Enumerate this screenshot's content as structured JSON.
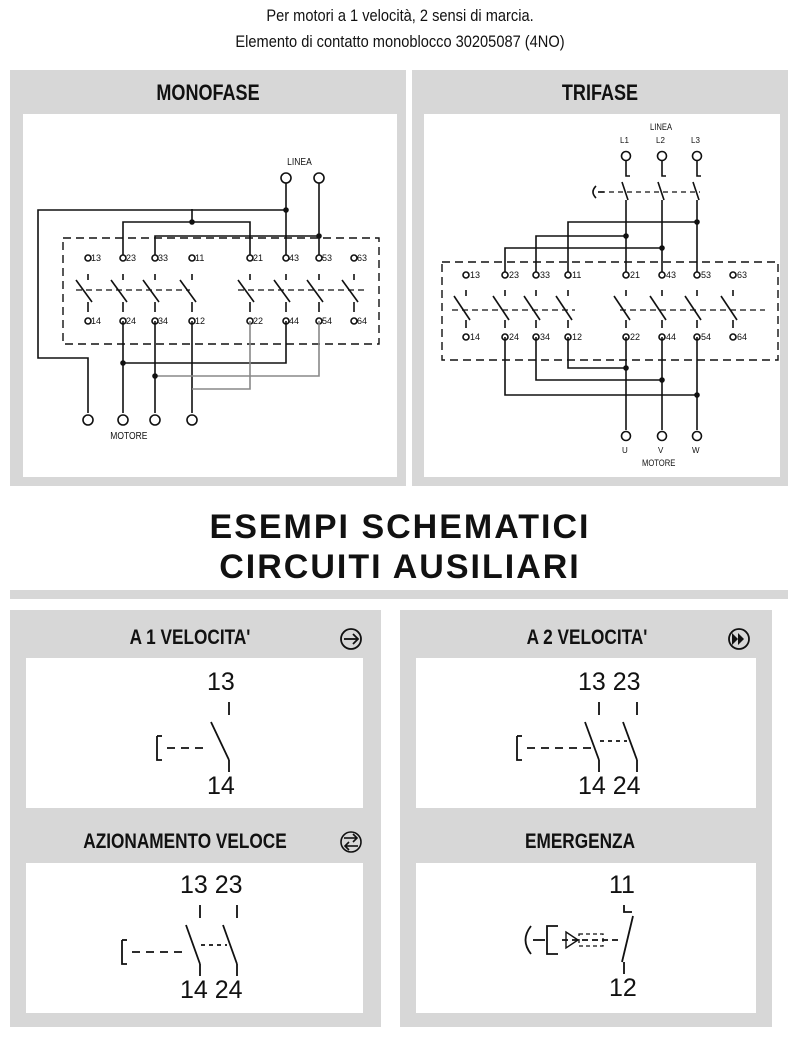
{
  "header": {
    "line1": "Per motori a 1 velocità, 2 sensi di marcia.",
    "line2": "Elemento di contatto monoblocco 30205087 (4NO)"
  },
  "monofase": {
    "title": "MONOFASE",
    "linea": "LINEA",
    "motore": "MOTORE",
    "top_terminals": [
      "13",
      "23",
      "33",
      "11",
      "21",
      "43",
      "53",
      "63"
    ],
    "bottom_terminals": [
      "14",
      "24",
      "34",
      "12",
      "22",
      "44",
      "54",
      "64"
    ]
  },
  "trifase": {
    "title": "TRIFASE",
    "linea": "LINEA",
    "lines": [
      "L1",
      "L2",
      "L3"
    ],
    "motore": "MOTORE",
    "motor_terminals": [
      "U",
      "V",
      "W"
    ],
    "top_terminals": [
      "13",
      "23",
      "33",
      "11",
      "21",
      "43",
      "53",
      "63"
    ],
    "bottom_terminals": [
      "14",
      "24",
      "34",
      "12",
      "22",
      "44",
      "54",
      "64"
    ]
  },
  "section": {
    "line1": "ESEMPI SCHEMATICI",
    "line2": "CIRCUITI AUSILIARI"
  },
  "panels": {
    "v1": {
      "title": "A 1 VELOCITA'",
      "top": "13",
      "bottom": "14",
      "icon": "arrow-right-circle-icon"
    },
    "v2": {
      "title": "A 2 VELOCITA'",
      "top": "13 23",
      "bottom": "14 24",
      "icon": "double-arrow-circle-icon"
    },
    "az": {
      "title": "AZIONAMENTO VELOCE",
      "top": "13 23",
      "bottom": "14 24",
      "icon": "bidirectional-arrows-circle-icon"
    },
    "em": {
      "title": "EMERGENZA",
      "top": "11",
      "bottom": "12"
    }
  }
}
